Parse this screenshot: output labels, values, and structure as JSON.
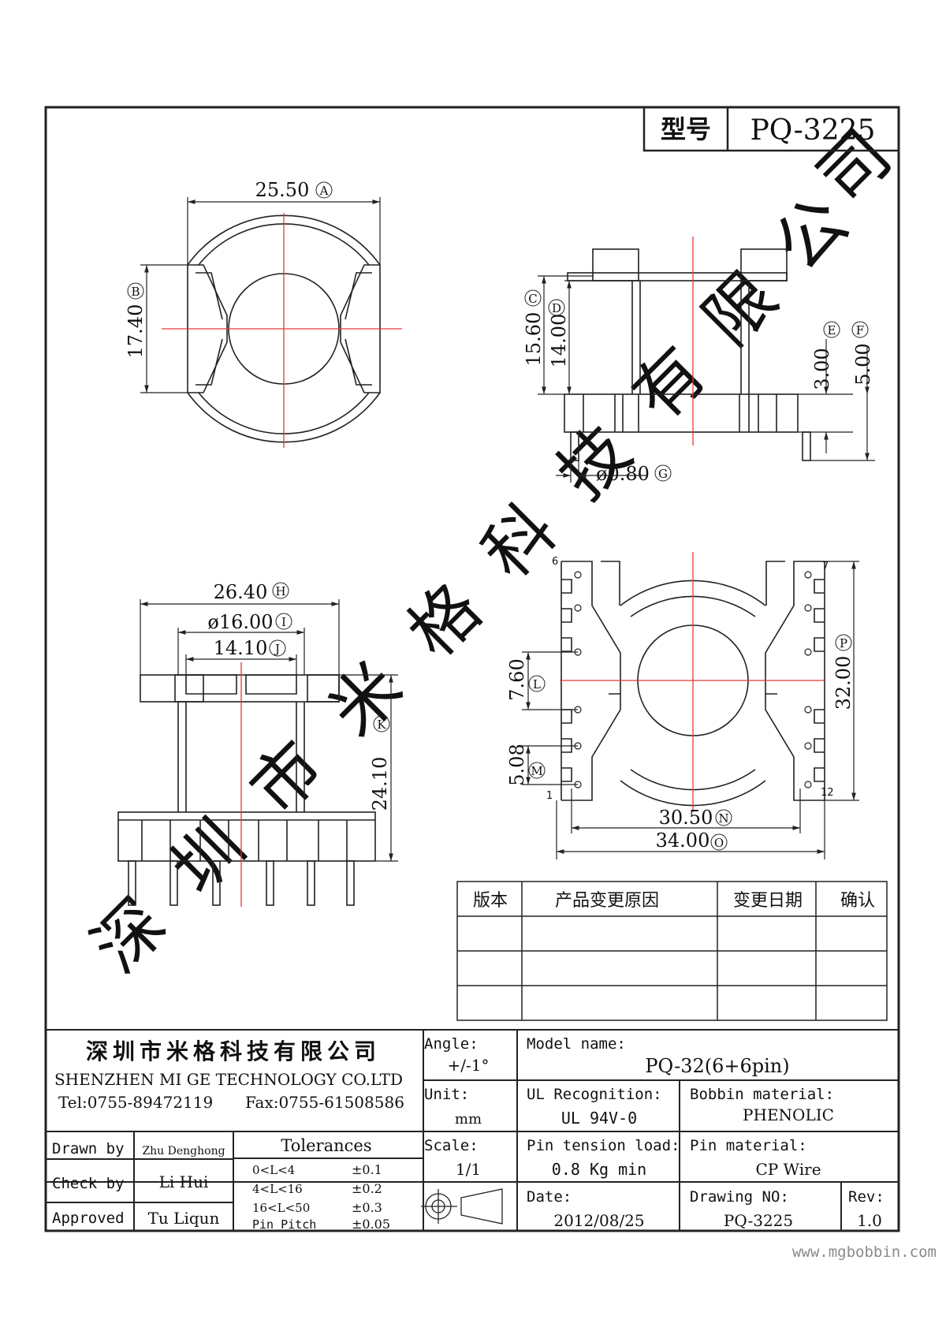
{
  "model_box": {
    "label": "型号",
    "value": "PQ-3225"
  },
  "dims": {
    "A": "25.50",
    "B": "17.40",
    "C": "15.60",
    "D": "14.00",
    "E": "3.00",
    "F": "5.00",
    "G": "ø0.80",
    "H": "26.40",
    "I": "ø16.00",
    "J": "14.10",
    "K": "24.10",
    "L": "7.60",
    "M": "5.08",
    "N": "30.50",
    "O": "34.00",
    "P": "32.00"
  },
  "pin_numbers": {
    "tl": "6",
    "tr": "7",
    "bl": "1",
    "br": "12"
  },
  "revision_table": {
    "headers": [
      "版本",
      "产品变更原因",
      "变更日期",
      "确认"
    ],
    "rows": [
      [
        "",
        "",
        "",
        ""
      ],
      [
        "",
        "",
        "",
        ""
      ],
      [
        "",
        "",
        "",
        ""
      ]
    ]
  },
  "company": {
    "name_cn": "深圳市米格科技有限公司",
    "name_en": "SHENZHEN  MI GE TECHNOLOGY  CO.LTD",
    "tel": "Tel:0755-89472119",
    "fax": "Fax:0755-61508586"
  },
  "title_block": {
    "angle_label": "Angle:",
    "angle_value": "+/-1°",
    "model_label": "Model name:",
    "model_value": "PQ-32(6+6pin)",
    "unit_label": "Unit:",
    "unit_value": "mm",
    "ul_label": "UL Recognition:",
    "ul_value": "UL 94V-0",
    "bobbin_label": "Bobbin material:",
    "bobbin_value": "PHENOLIC",
    "scale_label": "Scale:",
    "scale_value": "1/1",
    "tension_label": "Pin tension load:",
    "tension_value": "0.8 Kg min",
    "pinmat_label": "Pin material:",
    "pinmat_value": "CP Wire",
    "date_label": "Date:",
    "date_value": "2012/08/25",
    "drawing_label": "Drawing NO:",
    "drawing_value": "PQ-3225",
    "rev_label": "Rev:",
    "rev_value": "1.0",
    "drawn_label": "Drawn by",
    "drawn_value": "Zhu Denghong",
    "check_label": "Check by",
    "check_value": "Li Hui",
    "approved_label": "Approved",
    "approved_value": "Tu Liqun",
    "tolerances_title": "Tolerances",
    "tolerances": [
      {
        "range": "0<L<4",
        "value": "±0.1"
      },
      {
        "range": "4<L<16",
        "value": "±0.2"
      },
      {
        "range": "16<L<50",
        "value": "±0.3"
      },
      {
        "range": "Pin Pitch",
        "value": "±0.05"
      }
    ]
  },
  "watermark": "深圳市米格科技有限公司",
  "website": "www.mgbobbin.com",
  "colors": {
    "line": "#222222",
    "center_line": "#e53935",
    "watermark": "#c9c9c9"
  }
}
